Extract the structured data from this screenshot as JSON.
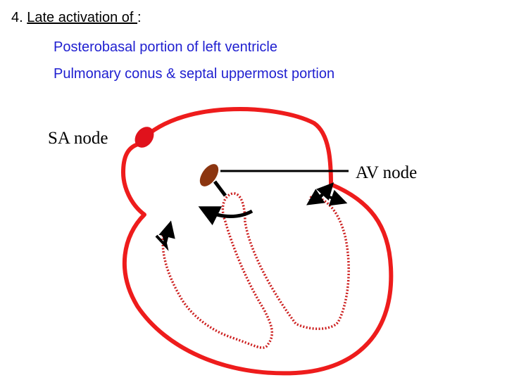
{
  "heading": {
    "number": "4.",
    "text": "Late activation of ",
    "colon": ":"
  },
  "lines": [
    "Posterobasal portion of left ventricle",
    "Pulmonary conus & septal uppermost portion"
  ],
  "labels": {
    "sa_node": "SA node",
    "av_node": "AV node"
  },
  "colors": {
    "text_blue": "#1f1fd0",
    "heart_outline": "#ee1c1c",
    "pathway_dotted": "#cc1e1e",
    "node_fill": "#8b3510",
    "sa_node_fill": "#e0121c",
    "arrow": "#000000"
  }
}
